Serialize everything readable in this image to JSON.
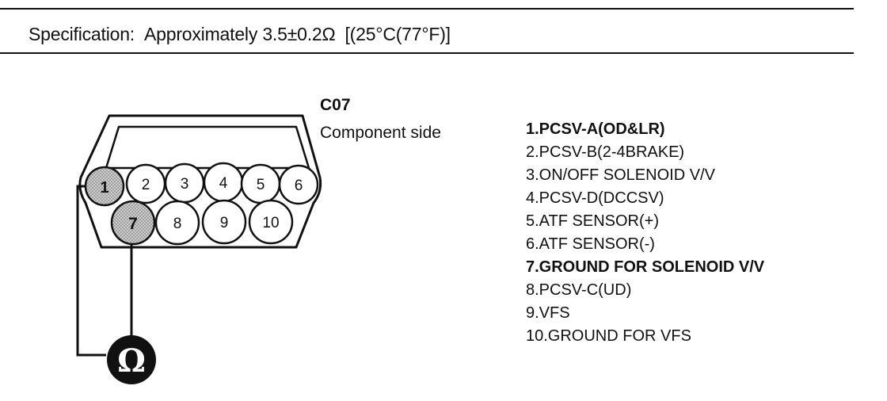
{
  "spec": {
    "label": "Specification:",
    "value": "Approximately 3.5±0.2Ω",
    "condition": "[(25°C(77°F)]"
  },
  "connector": {
    "id": "C07",
    "side": "Component side",
    "pins_top": [
      "1",
      "2",
      "3",
      "4",
      "5",
      "6"
    ],
    "pins_bottom": [
      "7",
      "8",
      "9",
      "10"
    ],
    "probed_pins": [
      "1",
      "7"
    ],
    "meter_symbol": "Ω"
  },
  "pins": [
    {
      "label": "1.PCSV-A(OD&LR)",
      "bold": true
    },
    {
      "label": "2.PCSV-B(2-4BRAKE)",
      "bold": false
    },
    {
      "label": "3.ON/OFF SOLENOID V/V",
      "bold": false
    },
    {
      "label": "4.PCSV-D(DCCSV)",
      "bold": false
    },
    {
      "label": "5.ATF SENSOR(+)",
      "bold": false
    },
    {
      "label": "6.ATF SENSOR(-)",
      "bold": false
    },
    {
      "label": "7.GROUND FOR SOLENOID V/V",
      "bold": true
    },
    {
      "label": "8.PCSV-C(UD)",
      "bold": false
    },
    {
      "label": "9.VFS",
      "bold": false
    },
    {
      "label": "10.GROUND FOR VFS",
      "bold": false
    }
  ]
}
